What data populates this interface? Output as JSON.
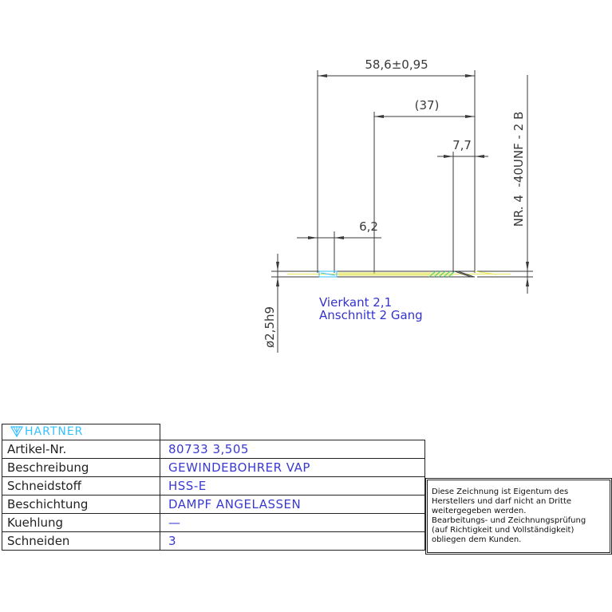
{
  "dimensions": {
    "overall_length": "58,6±0,95",
    "thread_length": "(37)",
    "chamfer_length": "7,7",
    "square_length": "6,2",
    "shank_diameter": "ø2,5h9",
    "thread_spec": "NR. 4  -40UNF - 2 B"
  },
  "notes": {
    "square": "Vierkant 2,1",
    "chamfer": "Anschnitt 2 Gang"
  },
  "title_block": {
    "logo_text": "HARTNER",
    "rows": [
      {
        "label": "Artikel-Nr.",
        "value": "80733 3,505"
      },
      {
        "label": "Beschreibung",
        "value": "GEWINDEBOHRER VAP"
      },
      {
        "label": "Schneidstoff",
        "value": "HSS-E"
      },
      {
        "label": "Beschichtung",
        "value": "DAMPF ANGELASSEN"
      },
      {
        "label": "Kuehlung",
        "value": "—"
      },
      {
        "label": "Schneiden",
        "value": "3"
      }
    ]
  },
  "notice": {
    "lines": [
      "Diese Zeichnung ist Eigentum des",
      "Herstellers und darf nicht an Dritte",
      "weitergegeben werden.",
      "Bearbeitungs- und Zeichnungsprüfung",
      "(auf Richtigkeit und Vollständigkeit)",
      "obliegen dem Kunden."
    ]
  },
  "colors": {
    "lines": "#3a3a3a",
    "blue_text": "#3333cc",
    "cyan": "#33c0ff",
    "yellow": "#e6e65a",
    "green": "#44cc88"
  }
}
